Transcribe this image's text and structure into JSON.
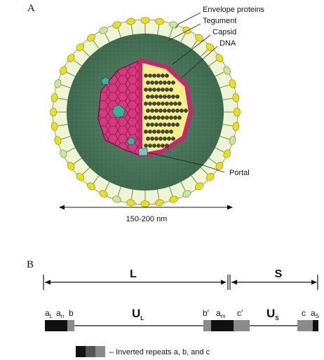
{
  "panel_a": {
    "letter": "A",
    "labels": {
      "envelope": "Envelope proteins",
      "tegument": "Tegument",
      "capsid": "Capsid",
      "dna": "DNA",
      "portal": "Portal"
    },
    "scale": "150-200 nm"
  },
  "panel_b": {
    "letter": "B",
    "region_l": "L",
    "region_s": "S",
    "segments": {
      "aL": "a",
      "aL_sub": "L",
      "an": "a",
      "an_sub": "n",
      "b": "b",
      "UL": "U",
      "UL_sub": "L",
      "bprime": "b′",
      "am": "a",
      "am_sub": "m",
      "cprime": "c′",
      "US": "U",
      "US_sub": "S",
      "c": "c",
      "aS": "a",
      "aS_sub": "S"
    },
    "legend": "–  Inverted repeats a, b, and c"
  },
  "colors": {
    "tegument": "#4f7a5e",
    "envelope_yellow": "#e8e020",
    "envelope_green": "#c9e6a8",
    "capsid_magenta": "#d8307a",
    "capsid_teal": "#38a890",
    "dna_fill": "#f6f08a",
    "repeat_black": "#111111",
    "repeat_gray": "#8a8a8a"
  }
}
